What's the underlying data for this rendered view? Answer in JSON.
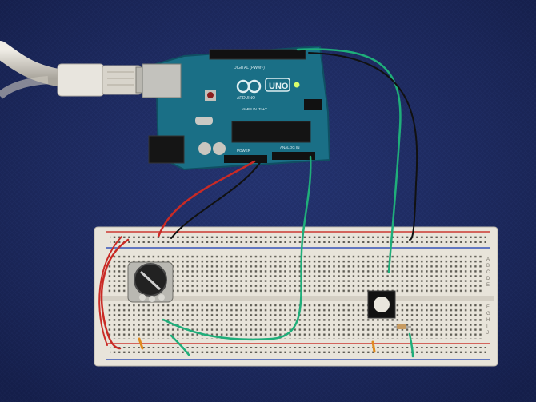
{
  "scene": {
    "board": {
      "logo_text": "ARDUINO",
      "model_text": "UNO",
      "digital_header_text": "DIGITAL (PWM~)",
      "origin_text": "MADE IN ITALY",
      "power_header_text": "POWER",
      "analog_header_text": "ANALOG IN"
    },
    "breadboard": {
      "row_letters_right": [
        "A",
        "B",
        "C",
        "D",
        "E",
        "F",
        "G",
        "H",
        "I",
        "J"
      ]
    },
    "colors": {
      "desk": "#1d2a5e",
      "board_pcb": "#1a6f86",
      "breadboard": "#e8e4da",
      "rail_red": "#cc3a33",
      "rail_blue": "#3553b8",
      "wire_red": "#c92a25",
      "wire_green": "#1fae7a",
      "wire_black": "#111111",
      "usb_cable": "#d9d6ce"
    },
    "components": [
      "usb-cable",
      "arduino-uno-board",
      "breadboard",
      "potentiometer",
      "pushbutton",
      "resistor",
      "jumper-wires"
    ]
  }
}
